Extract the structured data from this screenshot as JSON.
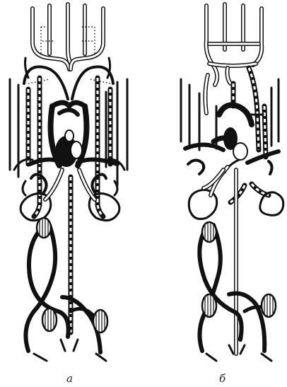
{
  "figure": {
    "panels": [
      {
        "id": "a",
        "caption": "а"
      },
      {
        "id": "b",
        "caption": "б"
      }
    ]
  }
}
